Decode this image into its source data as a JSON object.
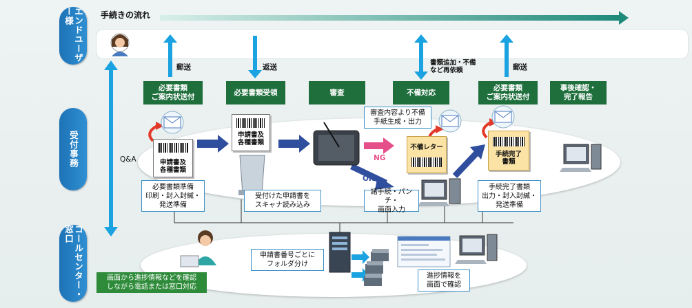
{
  "lanes": {
    "end_user": "エンドユーザー様",
    "reception": "受付事務",
    "call_center": "コールセンター・窓口"
  },
  "flow_title": "手続きの流れ",
  "arrows": {
    "mail_1": "郵送",
    "return": "返送",
    "docs_missing": "書類追加・不備\nなど再依頼",
    "mail_2": "郵送",
    "qa": "Q&A",
    "ng": "NG",
    "ok": "OK"
  },
  "stages": [
    "必要書類\nご案内状送付",
    "必要書類受領",
    "審査",
    "不備対応",
    "必要書類\nご案内状送付",
    "事後確認・\n完了報告"
  ],
  "docs": {
    "application_1": "申請書及\n各種書類",
    "application_2": "申請書及\n各種書類",
    "deficiency_letter": "不備レター",
    "completion_doc": "手続完了\n書類"
  },
  "notes": {
    "prep": "必要書類準備\n印刷・封入封緘・\n発送準備",
    "scan": "受付けた申請書を\nスキャナ読み込み",
    "review_gen": "審査内容より不備\n手紙生成・出力",
    "entry": "諸手続・パンチ・\n画面入力",
    "completion_prep": "手続完了書類\n出力・封入封緘・\n発送準備",
    "folder": "申請書番号ごとに\nフォルダ分け",
    "progress": "進捗情報を\n画面で確認"
  },
  "callout": "画面から進捗情報などを確認\nしながら電話または窓口対応",
  "colors": {
    "lane_blue": "#1d73b6",
    "stage_green": "#1f6f3d",
    "arrow_blue": "#1aa3e0",
    "flow_teal": "#1f8a7a",
    "ng_pink": "#e6508a",
    "callout_green": "#2e8b3a"
  }
}
